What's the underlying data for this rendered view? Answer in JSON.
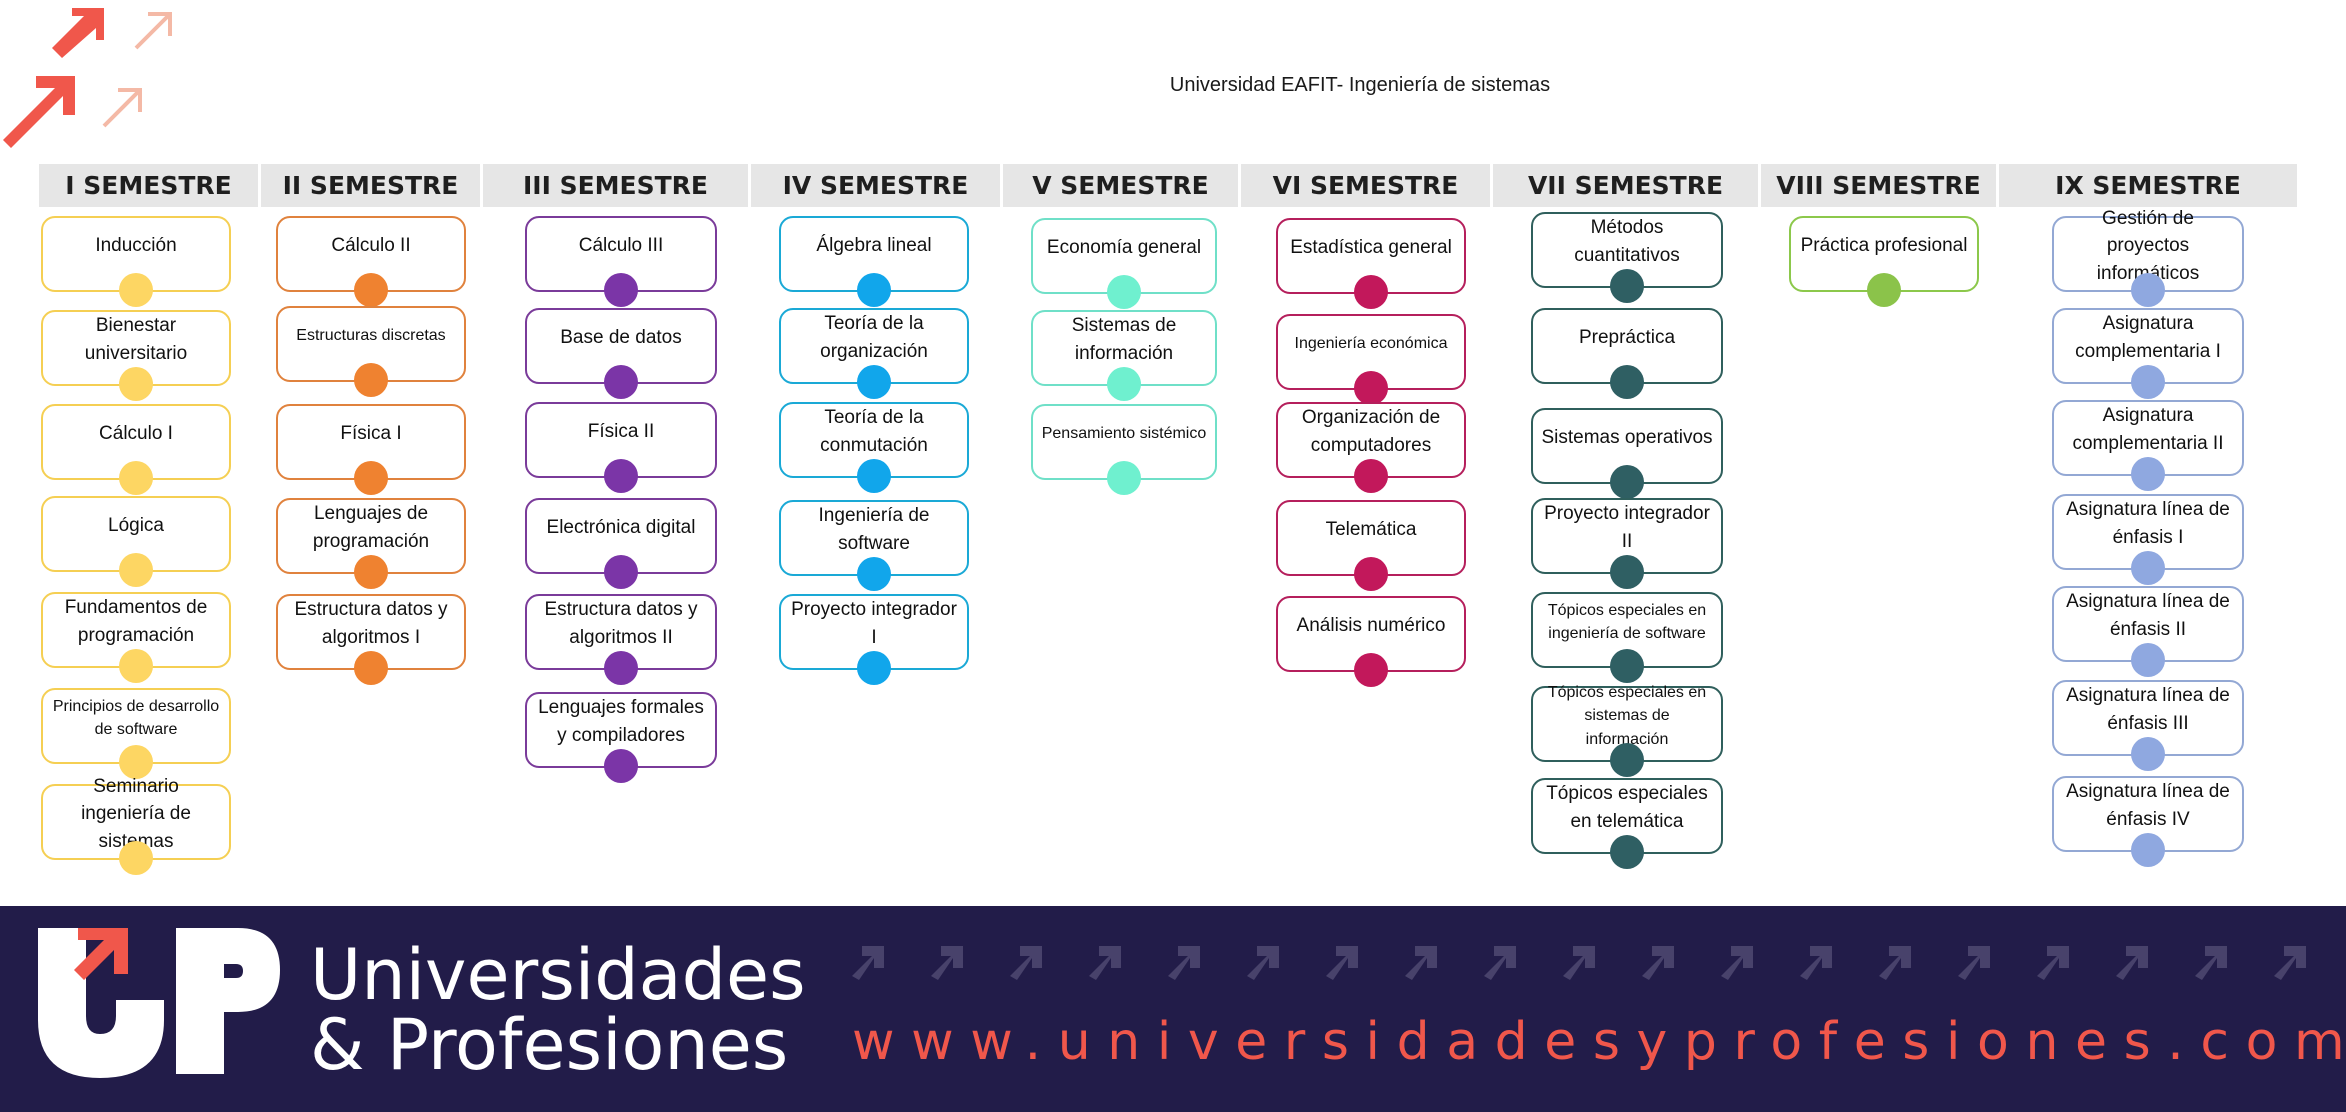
{
  "title": "Universidad EAFIT- Ingeniería de sistemas",
  "colors": {
    "header_bg": "#e6e6e6",
    "footer_bg": "#221c49",
    "accent_red": "#f0574b"
  },
  "semesters": [
    {
      "name": "I SEMESTRE",
      "color": "#f5cf53",
      "dot": "#fdd663",
      "courses": [
        "Inducción",
        "Bienestar universitario",
        "Cálculo I",
        "Lógica",
        "Fundamentos de programación",
        "Principios de desarrollo de software",
        "Seminario ingeniería de sistemas"
      ]
    },
    {
      "name": "II SEMESTRE",
      "color": "#e0823d",
      "dot": "#ef8230",
      "courses": [
        "Cálculo II",
        "Estructuras discretas",
        "Física I",
        "Lenguajes de programación",
        "Estructura datos y algoritmos I"
      ]
    },
    {
      "name": "III SEMESTRE",
      "color": "#7a3b9a",
      "dot": "#7b35a7",
      "courses": [
        "Cálculo III",
        "Base de datos",
        "Física II",
        "Electrónica digital",
        "Estructura datos y algoritmos II",
        "Lenguajes formales y compiladores"
      ]
    },
    {
      "name": "IV SEMESTRE",
      "color": "#1aa9d6",
      "dot": "#11a6eb",
      "courses": [
        "Álgebra lineal",
        "Teoría de la organización",
        "Teoría de la conmutación",
        "Ingeniería de software",
        "Proyecto integrador I"
      ]
    },
    {
      "name": "V SEMESTRE",
      "color": "#6fe0c8",
      "dot": "#6ff0cf",
      "courses": [
        "Economía general",
        "Sistemas de información",
        "Pensamiento sistémico"
      ]
    },
    {
      "name": "VI SEMESTRE",
      "color": "#b51f5c",
      "dot": "#c2185b",
      "courses": [
        "Estadística general",
        "Ingeniería económica",
        "Organización de computadores",
        "Telemática",
        "Análisis numérico"
      ]
    },
    {
      "name": "VII SEMESTRE",
      "color": "#2f5f5c",
      "dot": "#2f5f63",
      "courses": [
        "Métodos cuantitativos",
        "Prepráctica",
        "Sistemas operativos",
        "Proyecto integrador II",
        "Tópicos especiales en ingeniería de software",
        "Tópicos especiales en sistemas de información",
        "Tópicos especiales en telemática"
      ]
    },
    {
      "name": "VIII SEMESTRE",
      "color": "#8cc84b",
      "dot": "#8bc34a",
      "courses": [
        "Práctica profesional"
      ]
    },
    {
      "name": "IX SEMESTRE",
      "color": "#93a8d4",
      "dot": "#8fa8e0",
      "courses": [
        "Gestión de proyectos informáticos",
        "Asignatura complementaria I",
        "Asignatura complementaria II",
        "Asignatura línea de énfasis I",
        "Asignatura línea de énfasis II",
        "Asignatura línea de énfasis III",
        "Asignatura línea de énfasis IV"
      ]
    }
  ],
  "footer": {
    "brand_line1": "Universidades",
    "brand_line2": "& Profesiones",
    "logo_icon": "up-logo-icon",
    "website": "www.universidadesyprofesiones.com"
  }
}
